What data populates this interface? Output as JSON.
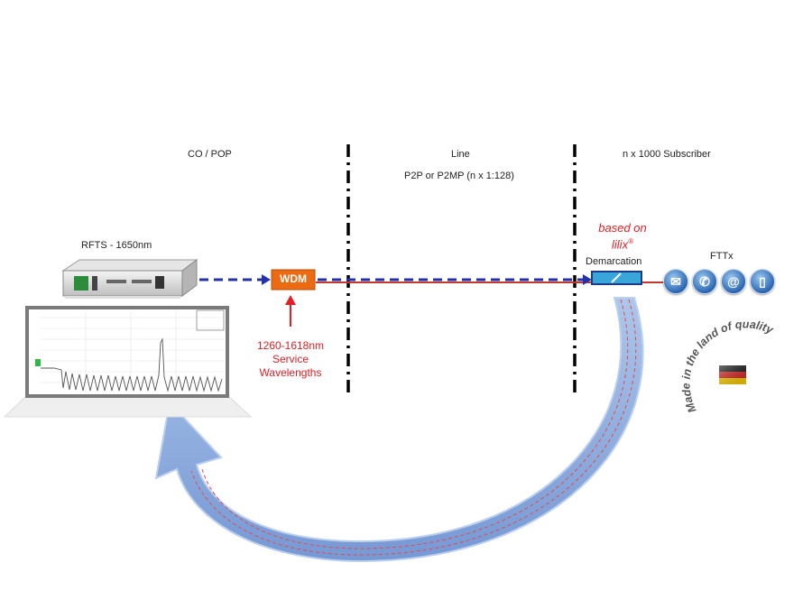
{
  "sections": {
    "co_pop": "CO / POP",
    "line_title": "Line",
    "line_sub": "P2P or P2MP (n x 1:128)",
    "subscriber": "n x  1000 Subscriber"
  },
  "rfts_label": "RFTS - 1650nm",
  "wdm_label": "WDM",
  "service_wavelengths": [
    "1260-1618nm",
    "Service",
    "Wavelengths"
  ],
  "based_on": "based on",
  "lilix": "lilix",
  "registered": "®",
  "demarcation": "Demarcation",
  "fttx": "FTTx",
  "tagline": "Made in the land of quality",
  "icons": [
    "mail-icon",
    "phone-icon",
    "at-icon",
    "mobile-icon"
  ],
  "colors": {
    "dash_blue": "#2233aa",
    "fiber_red": "#c0392b",
    "wdm_orange": "#ec6a12",
    "label_red": "#e31e24",
    "arrow_blue": "#7ea3dc"
  }
}
